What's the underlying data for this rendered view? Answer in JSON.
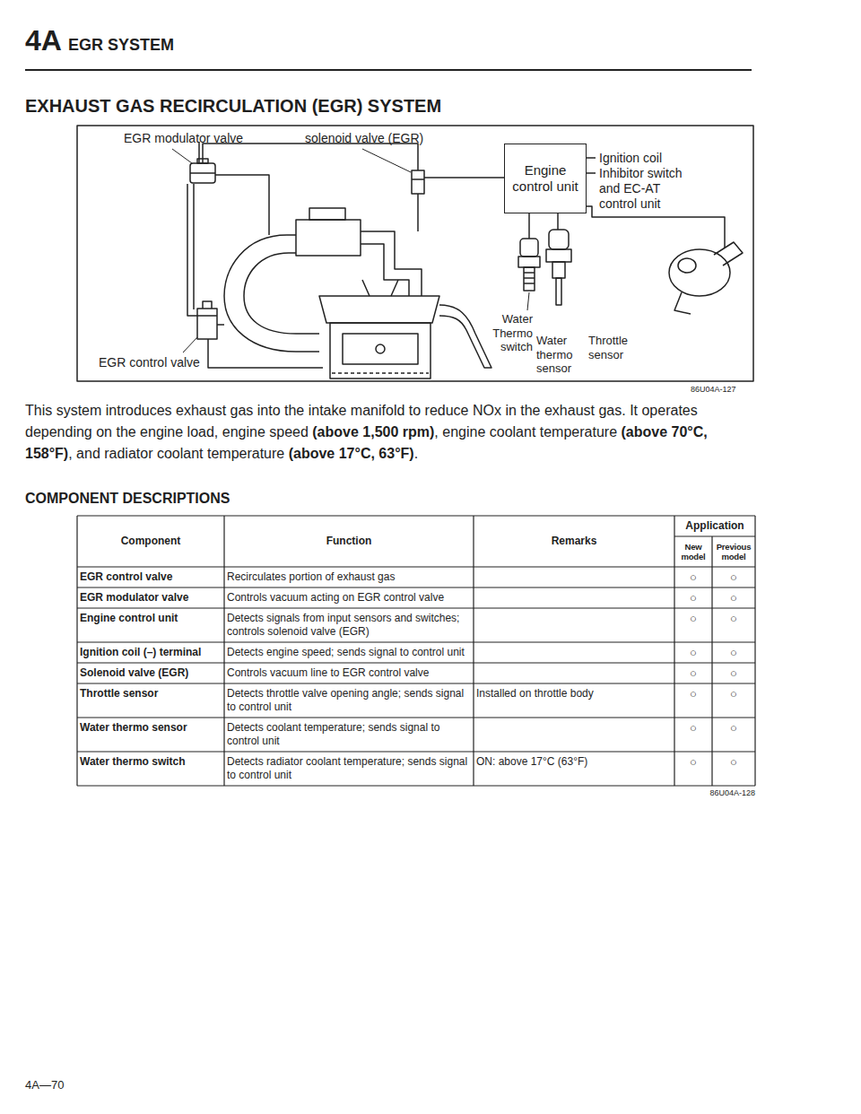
{
  "diagram": {
    "title": "EXHAUST GAS RECIRCULATION (EGR) SYSTEM",
    "nodes": [
      {
        "text": [
          "Engine control unit"
        ]
      }
    ],
    "labels": [
      "4A",
      "EGR SYSTEM",
      "EGR modulator valve",
      "solenoid valve (EGR)",
      "Ignition coil",
      "Inhibitor switch and EC-AT control unit",
      "Water Thermo switch",
      "Water thermo sensor",
      "Throttle sensor",
      "EGR control valve",
      "86U04A-127",
      "This system introduces exhaust gas into the intake manifold to reduce NOx in the exhaust gas. It operates depending on the engine load, engine speed ",
      "(above 1,500 rpm)",
      ", engine coolant temperature ",
      "(above 70°C, 158°F)",
      ", and radiator coolant temperature ",
      "(above 17°C, 63°F)",
      ".",
      "COMPONENT DESCRIPTIONS",
      "Component",
      "Function",
      "Remarks",
      "Application",
      "New model",
      "Previous model",
      "EGR control valve",
      "Recirculates portion of exhaust gas",
      "○",
      "○",
      "EGR modulator valve",
      "Controls vacuum acting on EGR control valve",
      "○",
      "○",
      "Engine control unit",
      "Detects signals from input sensors and switches; controls solenoid valve (EGR)",
      "○",
      "○",
      "Ignition coil (–) terminal",
      "Detects engine speed; sends signal to control unit",
      "○",
      "○",
      "Solenoid valve (EGR)",
      "Controls vacuum line to EGR control valve",
      "○",
      "○",
      "Throttle sensor",
      "Detects throttle valve opening angle; sends signal to control unit",
      "Installed on throttle body",
      "○",
      "○",
      "Water thermo sensor",
      "Detects coolant temperature; sends signal to control unit",
      "○",
      "○",
      "Water thermo switch",
      "Detects radiator coolant temperature; sends signal to control unit",
      "ON: above 17°C (63°F)",
      "○",
      "○",
      "86U04A-128",
      "4A—70"
    ]
  }
}
